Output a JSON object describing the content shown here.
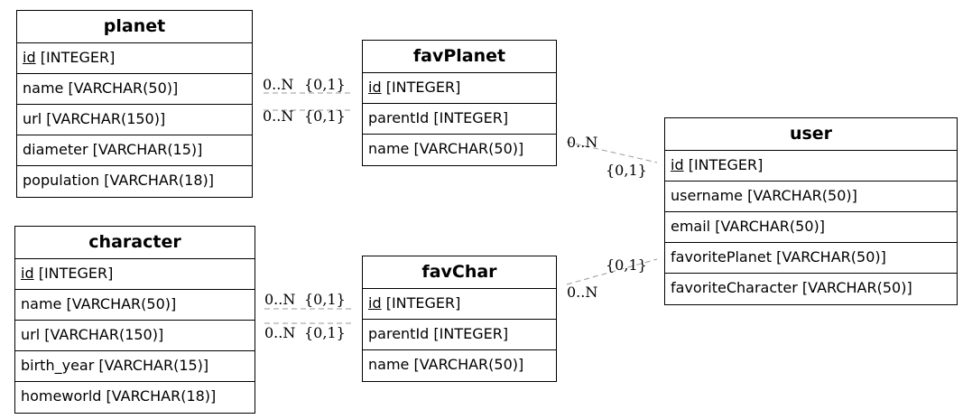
{
  "entities": {
    "planet": {
      "title": "planet",
      "pk_name": "id",
      "pk_type": " [INTEGER]",
      "fields": [
        "name [VARCHAR(50)]",
        "url [VARCHAR(150)]",
        "diameter [VARCHAR(15)]",
        "population [VARCHAR(18)]"
      ]
    },
    "character": {
      "title": "character",
      "pk_name": "id",
      "pk_type": " [INTEGER]",
      "fields": [
        "name [VARCHAR(50)]",
        "url [VARCHAR(150)]",
        "birth_year [VARCHAR(15)]",
        "homeworld [VARCHAR(18)]"
      ]
    },
    "favPlanet": {
      "title": "favPlanet",
      "pk_name": "id",
      "pk_type": " [INTEGER]",
      "fields": [
        "parentId [INTEGER]",
        "name [VARCHAR(50)]"
      ]
    },
    "favChar": {
      "title": "favChar",
      "pk_name": "id",
      "pk_type": " [INTEGER]",
      "fields": [
        "parentId [INTEGER]",
        "name [VARCHAR(50)]"
      ]
    },
    "user": {
      "title": "user",
      "pk_name": "id",
      "pk_type": " [INTEGER]",
      "fields": [
        "username [VARCHAR(50)]",
        "email [VARCHAR(50)]",
        "favoritePlanet [VARCHAR(50)]",
        "favoriteCharacter [VARCHAR(50)]"
      ]
    }
  },
  "relationships": [
    {
      "from": "planet.name",
      "to": "favPlanet",
      "card_many": "0..N",
      "card_one": "{0,1}"
    },
    {
      "from": "planet.url",
      "to": "favPlanet",
      "card_many": "0..N",
      "card_one": "{0,1}"
    },
    {
      "from": "character.name",
      "to": "favChar",
      "card_many": "0..N",
      "card_one": "{0,1}"
    },
    {
      "from": "character.url",
      "to": "favChar",
      "card_many": "0..N",
      "card_one": "{0,1}"
    },
    {
      "from": "favPlanet",
      "to": "user",
      "card_many": "0..N",
      "card_one": "{0,1}"
    },
    {
      "from": "favChar",
      "to": "user.favoritePlanet",
      "card_many": "0..N",
      "card_one": "{0,1}"
    }
  ]
}
